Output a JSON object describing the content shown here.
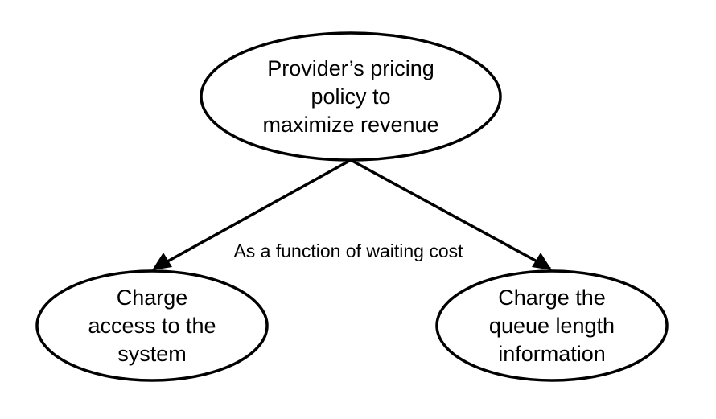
{
  "nodes": {
    "top": {
      "lines": [
        "Provider’s pricing",
        "policy to",
        "maximize revenue"
      ]
    },
    "left": {
      "lines": [
        "Charge",
        "access to the",
        "system"
      ]
    },
    "right": {
      "lines": [
        "Charge the",
        "queue length",
        "information"
      ]
    }
  },
  "edge_label": "As a function of waiting cost",
  "colors": {
    "stroke": "#000000",
    "fill": "#ffffff",
    "text": "#000000"
  }
}
